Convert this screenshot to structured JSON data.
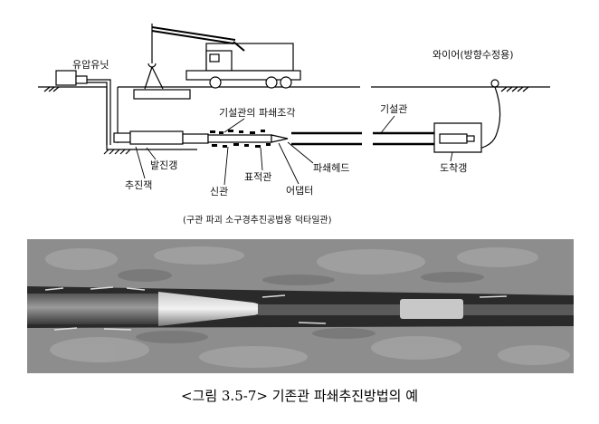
{
  "diagram": {
    "labels": {
      "hydraulic_unit": "유압유닛",
      "wire": "와이어(방향수정용)",
      "existing_pipe_fragments": "기설관의 파쇄조각",
      "existing_pipe": "기설관",
      "launch_pit": "발진갱",
      "arrival_pit": "도착갱",
      "jack": "추진잭",
      "new_pipe": "신관",
      "target_pipe": "표적관",
      "breaking_head": "파쇄헤드",
      "adapter": "어댑터"
    },
    "note": "(구관 파괴 소구경추진공법용 덕타일관)"
  },
  "caption": "<그림 3.5-7>  기존관 파쇄추진방법의 예",
  "colors": {
    "ink": "#000000",
    "photo_bg": "#8d8d8d"
  }
}
